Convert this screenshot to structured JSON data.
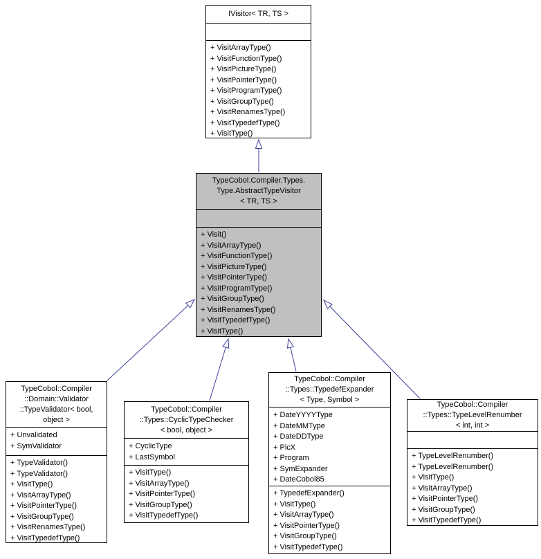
{
  "diagram": {
    "title": "AbstractTypeVisitor inheritance diagram",
    "colors": {
      "background": "#ffffff",
      "box_border": "#000000",
      "box_fill": "#ffffff",
      "highlight_fill": "#c0c0c0",
      "text": "#000000",
      "arrow": "#3a3f99",
      "arrowhead_fill": "#ffffff"
    }
  },
  "classes": [
    {
      "id": "ivisitor",
      "title_lines": [
        "IVisitor< TR, TS >"
      ],
      "attributes": [],
      "methods": [
        "+ VisitArrayType()",
        "+ VisitFunctionType()",
        "+ VisitPictureType()",
        "+ VisitPointerType()",
        "+ VisitProgramType()",
        "+ VisitGroupType()",
        "+ VisitRenamesType()",
        "+ VisitTypedefType()",
        "+ VisitType()"
      ],
      "highlight": false
    },
    {
      "id": "abstract-type-visitor",
      "title_lines": [
        "TypeCobol.Compiler.Types.",
        "Type.AbstractTypeVisitor",
        "< TR, TS >"
      ],
      "attributes": [],
      "methods": [
        "+ Visit()",
        "+ VisitArrayType()",
        "+ VisitFunctionType()",
        "+ VisitPictureType()",
        "+ VisitPointerType()",
        "+ VisitProgramType()",
        "+ VisitGroupType()",
        "+ VisitRenamesType()",
        "+ VisitTypedefType()",
        "+ VisitType()"
      ],
      "highlight": true
    },
    {
      "id": "type-validator",
      "title_lines": [
        "TypeCobol::Compiler",
        "::Domain::Validator",
        "::TypeValidator< bool,",
        "object >"
      ],
      "attributes": [
        "+ Unvalidated",
        "+ SymValidator"
      ],
      "methods": [
        "+ TypeValidator()",
        "+ TypeValidator()",
        "+ VisitType()",
        "+ VisitArrayType()",
        "+ VisitPointerType()",
        "+ VisitGroupType()",
        "+ VisitRenamesType()",
        "+ VisitTypedefType()"
      ],
      "highlight": false
    },
    {
      "id": "cyclic-type-checker",
      "title_lines": [
        "TypeCobol::Compiler",
        "::Types::CyclicTypeChecker",
        "< bool, object >"
      ],
      "attributes": [
        "+ CyclicType",
        "+ LastSymbol"
      ],
      "methods": [
        "+ VisitType()",
        "+ VisitArrayType()",
        "+ VisitPointerType()",
        "+ VisitGroupType()",
        "+ VisitTypedefType()"
      ],
      "highlight": false
    },
    {
      "id": "typedef-expander",
      "title_lines": [
        "TypeCobol::Compiler",
        "::Types::TypedefExpander",
        "< Type, Symbol >"
      ],
      "attributes": [
        "+ DateYYYYType",
        "+ DateMMType",
        "+ DateDDType",
        "+ PicX",
        "+ Program",
        "+ SymExpander",
        "+ DateCobol85"
      ],
      "methods": [
        "+ TypedefExpander()",
        "+ VisitType()",
        "+ VisitArrayType()",
        "+ VisitPointerType()",
        "+ VisitGroupType()",
        "+ VisitTypedefType()"
      ],
      "highlight": false
    },
    {
      "id": "type-level-renumber",
      "title_lines": [
        "TypeCobol::Compiler",
        "::Types::TypeLevelRenumber",
        "< int, int >"
      ],
      "attributes": [],
      "methods": [
        "+ TypeLevelRenumber()",
        "+ TypeLevelRenumber()",
        "+ VisitType()",
        "+ VisitArrayType()",
        "+ VisitPointerType()",
        "+ VisitGroupType()",
        "+ VisitTypedefType()"
      ],
      "highlight": false
    }
  ],
  "edges": [
    {
      "from": "abstract-type-visitor",
      "to": "ivisitor",
      "type": "inheritance"
    },
    {
      "from": "type-validator",
      "to": "abstract-type-visitor",
      "type": "inheritance"
    },
    {
      "from": "cyclic-type-checker",
      "to": "abstract-type-visitor",
      "type": "inheritance"
    },
    {
      "from": "typedef-expander",
      "to": "abstract-type-visitor",
      "type": "inheritance"
    },
    {
      "from": "type-level-renumber",
      "to": "abstract-type-visitor",
      "type": "inheritance"
    }
  ]
}
